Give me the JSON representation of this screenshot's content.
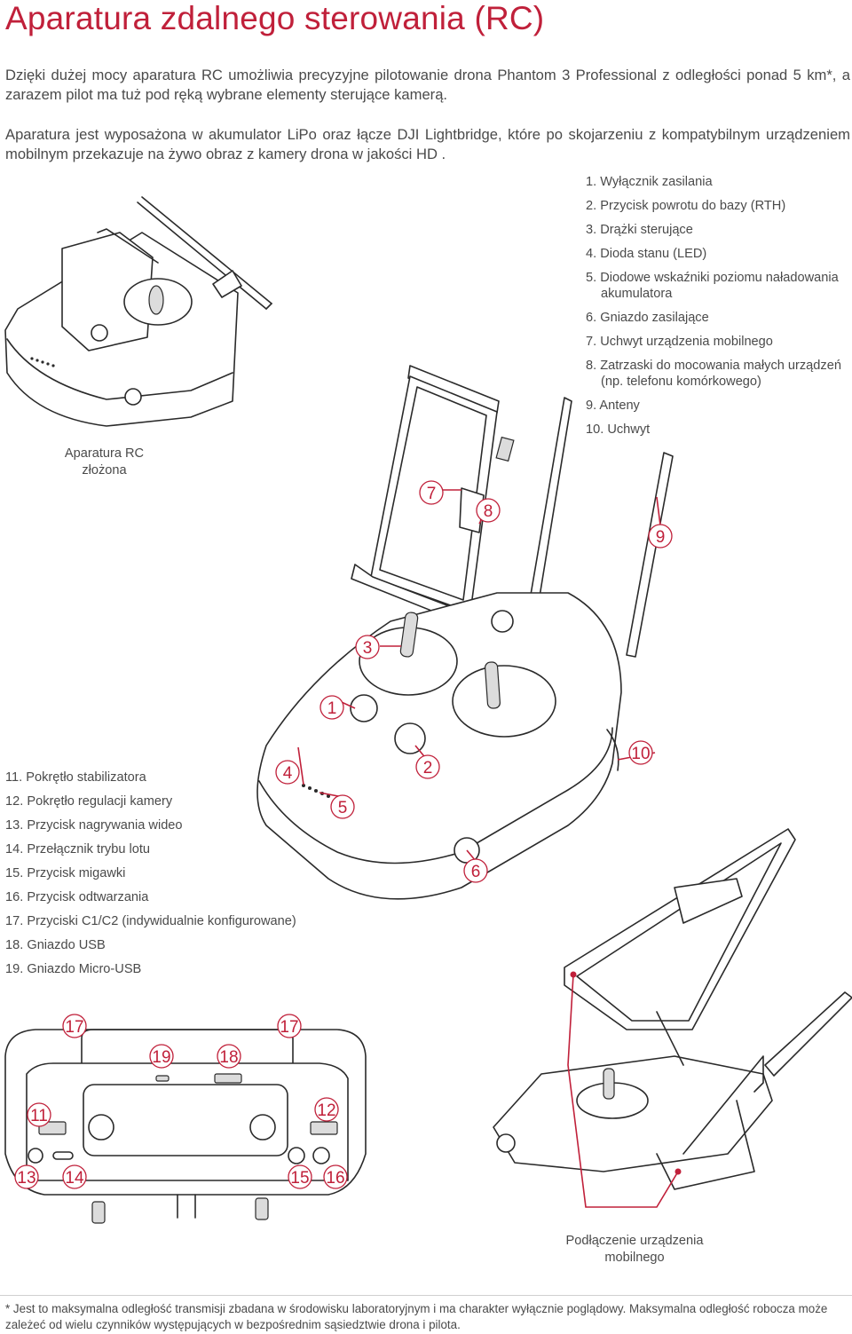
{
  "title": "Aparatura zdalnego sterowania (RC)",
  "paragraphs": [
    "Dzięki dużej mocy aparatura RC umożliwia precyzyjne pilotowanie drona Phantom 3 Professional z odległości ponad 5 km*, a zarazem pilot ma tuż pod ręką wybrane elementy sterujące kamerą.",
    "Aparatura jest wyposażona w akumulator LiPo oraz łącze DJI Lightbridge, które po skojarzeniu z kompatybilnym urządzeniem mobilnym przekazuje na żywo obraz z kamery drona w jakości HD ."
  ],
  "legend_top": [
    "1. Wyłącznik zasilania",
    "2. Przycisk powrotu do bazy (RTH)",
    "3. Drążki sterujące",
    "4. Dioda stanu (LED)",
    "5. Diodowe wskaźniki poziomu naładowania akumulatora",
    "6. Gniazdo zasilające",
    "7. Uchwyt urządzenia mobilnego",
    "8. Zatrzaski do mocowania małych urządzeń (np. telefonu komórkowego)",
    "9. Anteny",
    "10. Uchwyt"
  ],
  "legend_bottom": [
    "11. Pokrętło stabilizatora",
    "12. Pokrętło regulacji kamery",
    "13. Przycisk nagrywania wideo",
    "14. Przełącznik trybu lotu",
    "15. Przycisk migawki",
    "16. Przycisk odtwarzania",
    "17. Przyciski C1/C2 (indywidualnie konfigurowane)",
    "18. Gniazdo USB",
    "19. Gniazdo Micro-USB"
  ],
  "captions": {
    "folded_line1": "Aparatura RC",
    "folded_line2": "złożona",
    "mobile_line1": "Podłączenie urządzenia",
    "mobile_line2": "mobilnego"
  },
  "callouts": {
    "c1": "1",
    "c2": "2",
    "c3": "3",
    "c4": "4",
    "c5": "5",
    "c6": "6",
    "c7": "7",
    "c8": "8",
    "c9": "9",
    "c10": "10",
    "c11": "11",
    "c12": "12",
    "c13": "13",
    "c14": "14",
    "c15": "15",
    "c16": "16",
    "c17a": "17",
    "c17b": "17",
    "c18": "18",
    "c19": "19"
  },
  "footnote": "* Jest to maksymalna odległość transmisji zbadana w środowisku laboratoryjnym i ma charakter wyłącznie poglądowy. Maksymalna odległość robocza może zależeć od wielu czynników występujących w bezpośrednim sąsiedztwie drona i pilota.",
  "colors": {
    "accent": "#c0203a",
    "text": "#4a4a4a",
    "line": "#2a2a2a"
  }
}
